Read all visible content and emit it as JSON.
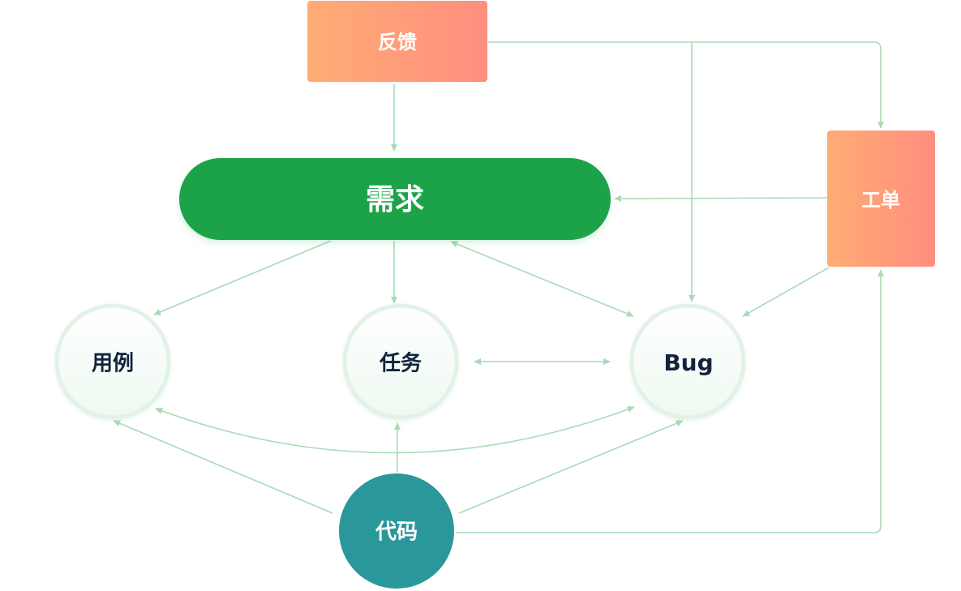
{
  "nodes": {
    "feedback": "反馈",
    "requirement": "需求",
    "ticket": "工单",
    "use_case": "用例",
    "task": "任务",
    "bug": "Bug",
    "code": "代码"
  },
  "colors": {
    "arrow": "#a6dcb5",
    "requirement_fill": "#1aa34a",
    "code_fill": "#2a979a",
    "orange_start": "#ffac74",
    "orange_end": "#ff8e7f",
    "circle_ring": "#e1f3e6",
    "circle_fill_top": "#ffffff",
    "circle_fill_bottom": "#eef9f1",
    "dark_text": "#13233f",
    "light_text": "#ffffff"
  }
}
